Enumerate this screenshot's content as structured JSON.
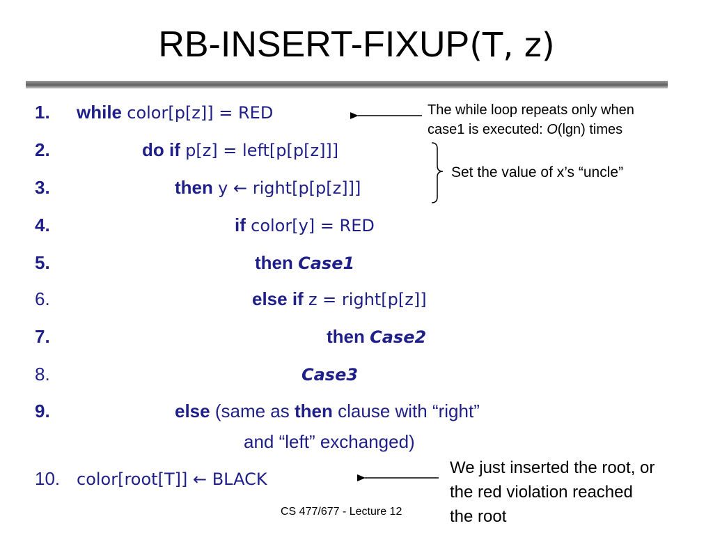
{
  "title": {
    "main": "RB-INSERT-FIXUP",
    "args": "(T, z)"
  },
  "lines": [
    {
      "num": "1.",
      "kw": "while",
      "code": "color[p[z]] = RED"
    },
    {
      "num": "2.",
      "kw": "do if",
      "code": "p[z] = left[p[p[z]]]"
    },
    {
      "num": "3.",
      "kw": "then",
      "code": "y ← right[p[p[z]]]"
    },
    {
      "num": "4.",
      "kw": "if",
      "code": "color[y] = RED"
    },
    {
      "num": "5.",
      "kw": "then",
      "case": "Case1"
    },
    {
      "num": "6.",
      "kw": "else if",
      "code": "z = right[p[z]]"
    },
    {
      "num": "7.",
      "kw": "then",
      "case": "Case2"
    },
    {
      "num": "8.",
      "case": "Case3"
    },
    {
      "num": "9.",
      "kw": "else",
      "text1": "(same as",
      "kw2": "then",
      "text2": "clause with “right”",
      "cont": "and “left”  exchanged)"
    },
    {
      "num": "10.",
      "code": "color[root[T]] ← BLACK"
    }
  ],
  "notes": {
    "while_loop": {
      "line1": "The while loop repeats only when",
      "line2_pre": "case1 is executed: ",
      "line2_o": "O",
      "line2_mid": "(lgn)",
      "line2_post": " times"
    },
    "uncle": "Set the value of x’s “uncle”",
    "root": {
      "line1": "We just inserted the root, or",
      "line2": "the red violation reached",
      "line3": "the root"
    }
  },
  "footer": "CS 477/677 - Lecture 12"
}
